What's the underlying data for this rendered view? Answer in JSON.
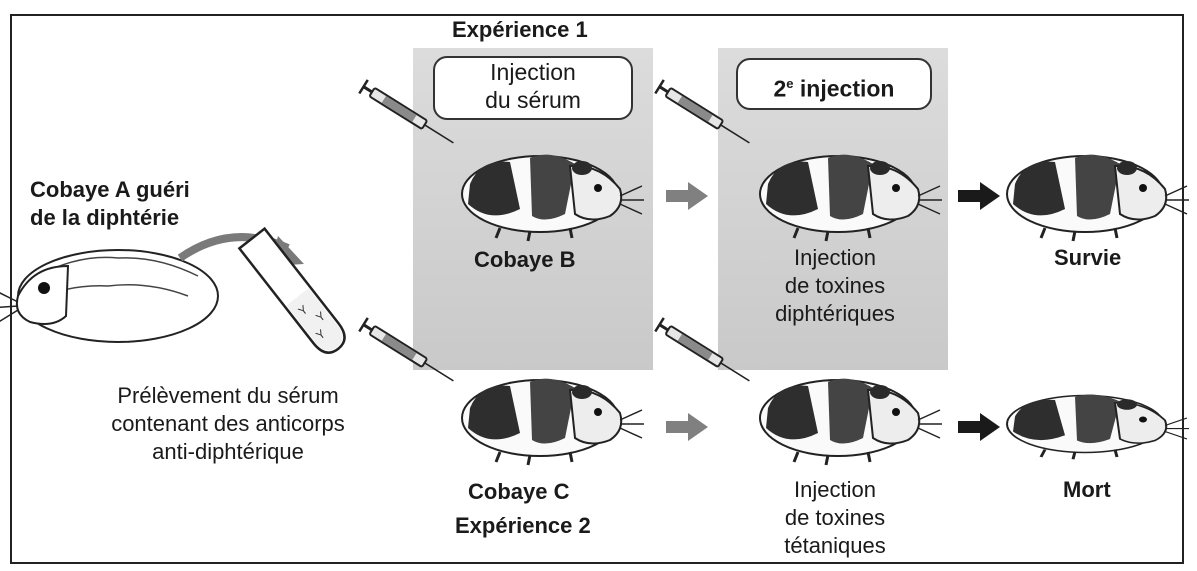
{
  "labels": {
    "experience1": "Expérience 1",
    "experience2": "Expérience 2",
    "injection_serum_line1": "Injection",
    "injection_serum_line2": "du sérum",
    "second_injection_num": "2",
    "second_injection_sup": "e",
    "second_injection_text": " injection",
    "cobaye_a_line1": "Cobaye A guéri",
    "cobaye_a_line2": "de la diphtérie",
    "prelevement_line1": "Prélèvement du sérum",
    "prelevement_line2": "contenant des anticorps",
    "prelevement_line3": "anti-diphtérique",
    "cobaye_b": "Cobaye B",
    "cobaye_c": "Cobaye C",
    "inj_diph_line1": "Injection",
    "inj_diph_line2": "de toxines",
    "inj_diph_line3": "diphtériques",
    "inj_tet_line1": "Injection",
    "inj_tet_line2": "de toxines",
    "inj_tet_line3": "tétaniques",
    "survie": "Survie",
    "mort": "Mort"
  },
  "colors": {
    "panel_shade": "#cfcfcf",
    "arrow_gray": "#808080",
    "arrow_dark": "#1a1a1a"
  }
}
